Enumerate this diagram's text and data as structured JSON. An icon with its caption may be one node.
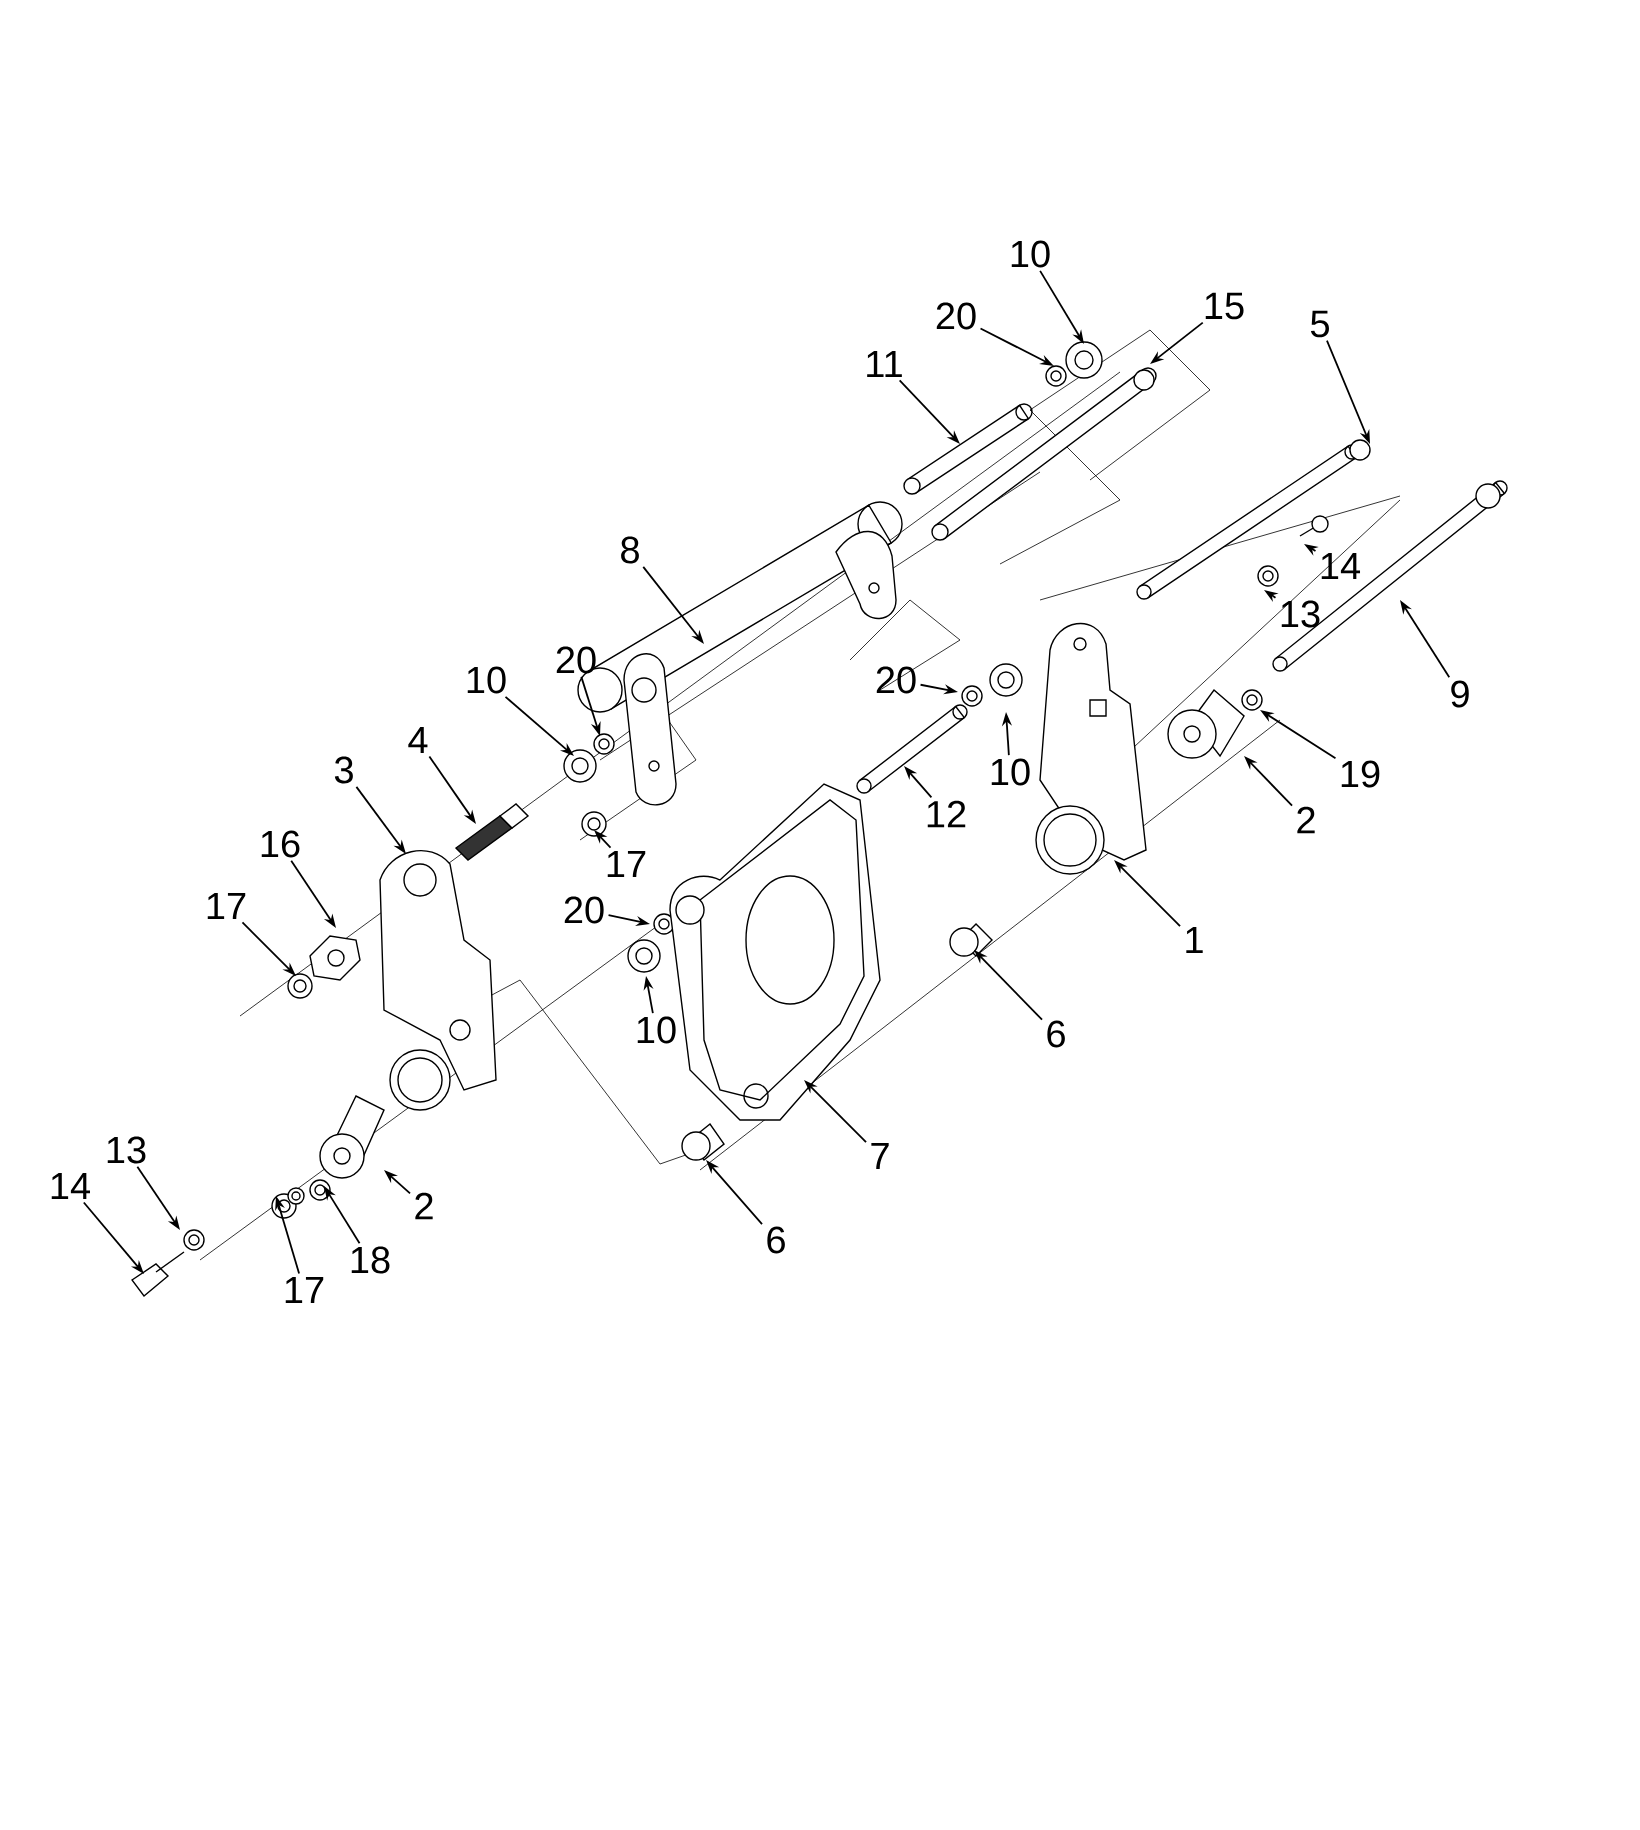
{
  "diagram": {
    "nodes": [
      {
        "text": [
          "10"
        ]
      },
      {
        "text": [
          "15"
        ]
      },
      {
        "text": [
          "20"
        ]
      },
      {
        "text": [
          "5"
        ]
      },
      {
        "text": [
          "11"
        ]
      },
      {
        "text": [
          "8"
        ]
      },
      {
        "text": [
          "14"
        ]
      },
      {
        "text": [
          "13"
        ]
      },
      {
        "text": [
          "20"
        ]
      },
      {
        "text": [
          "20"
        ]
      },
      {
        "text": [
          "10"
        ]
      },
      {
        "text": [
          "9"
        ]
      },
      {
        "text": [
          "4"
        ]
      },
      {
        "text": [
          "10"
        ]
      },
      {
        "text": [
          "3"
        ]
      },
      {
        "text": [
          "19"
        ]
      },
      {
        "text": [
          "12"
        ]
      },
      {
        "text": [
          "2"
        ]
      },
      {
        "text": [
          "16"
        ]
      },
      {
        "text": [
          "17"
        ]
      },
      {
        "text": [
          "17"
        ]
      },
      {
        "text": [
          "20"
        ]
      },
      {
        "text": [
          "1"
        ]
      },
      {
        "text": [
          "10"
        ]
      },
      {
        "text": [
          "6"
        ]
      },
      {
        "text": [
          "7"
        ]
      },
      {
        "text": [
          "13"
        ]
      },
      {
        "text": [
          "14"
        ]
      },
      {
        "text": [
          "2"
        ]
      },
      {
        "text": [
          "6"
        ]
      },
      {
        "text": [
          "18"
        ]
      },
      {
        "text": [
          "17"
        ]
      }
    ],
    "edges": [
      {
        "from": 0,
        "to": null,
        "arrow": "to"
      },
      {
        "from": 1,
        "to": null,
        "arrow": "to"
      },
      {
        "from": 2,
        "to": null,
        "arrow": "to"
      },
      {
        "from": 3,
        "to": null,
        "arrow": "to"
      },
      {
        "from": 4,
        "to": null,
        "arrow": "to"
      },
      {
        "from": 5,
        "to": null,
        "arrow": "to"
      },
      {
        "from": 6,
        "to": null,
        "arrow": "to"
      },
      {
        "from": 7,
        "to": null,
        "arrow": "to"
      },
      {
        "from": 8,
        "to": null,
        "arrow": "to"
      },
      {
        "from": 9,
        "to": null,
        "arrow": "to"
      },
      {
        "from": 10,
        "to": null,
        "arrow": "to"
      },
      {
        "from": 11,
        "to": null,
        "arrow": "to"
      },
      {
        "from": 12,
        "to": null,
        "arrow": "to"
      },
      {
        "from": 13,
        "to": null,
        "arrow": "to"
      },
      {
        "from": 14,
        "to": null,
        "arrow": "to"
      },
      {
        "from": 15,
        "to": null,
        "arrow": "to"
      },
      {
        "from": 16,
        "to": null,
        "arrow": "to"
      },
      {
        "from": 17,
        "to": null,
        "arrow": "to"
      },
      {
        "from": 18,
        "to": null,
        "arrow": "to"
      },
      {
        "from": 19,
        "to": null,
        "arrow": "to"
      },
      {
        "from": 20,
        "to": null,
        "arrow": "to"
      },
      {
        "from": 21,
        "to": null,
        "arrow": "to"
      },
      {
        "from": 22,
        "to": null,
        "arrow": "to"
      },
      {
        "from": 23,
        "to": null,
        "arrow": "to"
      },
      {
        "from": 24,
        "to": null,
        "arrow": "to"
      },
      {
        "from": 25,
        "to": null,
        "arrow": "to"
      },
      {
        "from": 26,
        "to": null,
        "arrow": "to"
      },
      {
        "from": 27,
        "to": null,
        "arrow": "to"
      },
      {
        "from": 28,
        "to": null,
        "arrow": "to"
      },
      {
        "from": 29,
        "to": null,
        "arrow": "to"
      },
      {
        "from": 30,
        "to": null,
        "arrow": "to"
      },
      {
        "from": 31,
        "to": null,
        "arrow": "to"
      }
    ]
  }
}
